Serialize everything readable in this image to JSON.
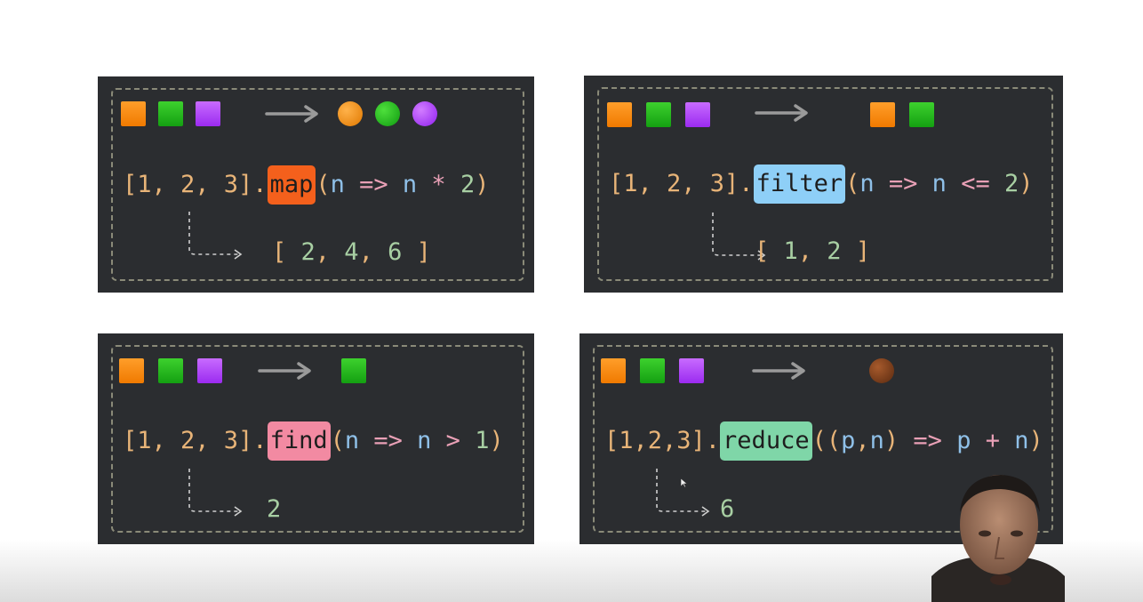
{
  "panels": {
    "map": {
      "input": "[1, 2, 3].",
      "method": "map",
      "callback": [
        "(",
        "n",
        " => ",
        "n",
        " * ",
        "2",
        ")"
      ],
      "result": [
        "[ ",
        "2",
        ", ",
        "4",
        ", ",
        "6",
        " ]"
      ]
    },
    "filter": {
      "input": "[1, 2, 3].",
      "method": "filter",
      "callback": [
        "(",
        "n",
        " => ",
        "n",
        " <= ",
        "2",
        ")"
      ],
      "result": [
        "[ ",
        "1",
        ", ",
        "2",
        " ]"
      ]
    },
    "find": {
      "input": "[1, 2, 3].",
      "method": "find",
      "callback": [
        "(",
        "n",
        " => ",
        "n",
        " > ",
        "1",
        ")"
      ],
      "result": [
        "2"
      ]
    },
    "reduce": {
      "input": "[1,2,3].",
      "method": "reduce",
      "callback": [
        "((",
        "p",
        ",",
        "n",
        ")",
        " => ",
        "p",
        " + ",
        "n",
        ")"
      ],
      "result": [
        "6"
      ]
    }
  },
  "colors": {
    "orange": "#f07a00",
    "green": "#14a012",
    "purple": "#9b2bf0",
    "brown": "#5a2a10",
    "map_highlight": "#f4601c",
    "filter_highlight": "#8ecff7",
    "find_highlight": "#f28aa2",
    "reduce_highlight": "#7fd6a8",
    "panel_bg": "#2b2d30"
  },
  "icons": {
    "arrow": "right-arrow-icon",
    "connector": "dashed-return-arrow-icon"
  }
}
